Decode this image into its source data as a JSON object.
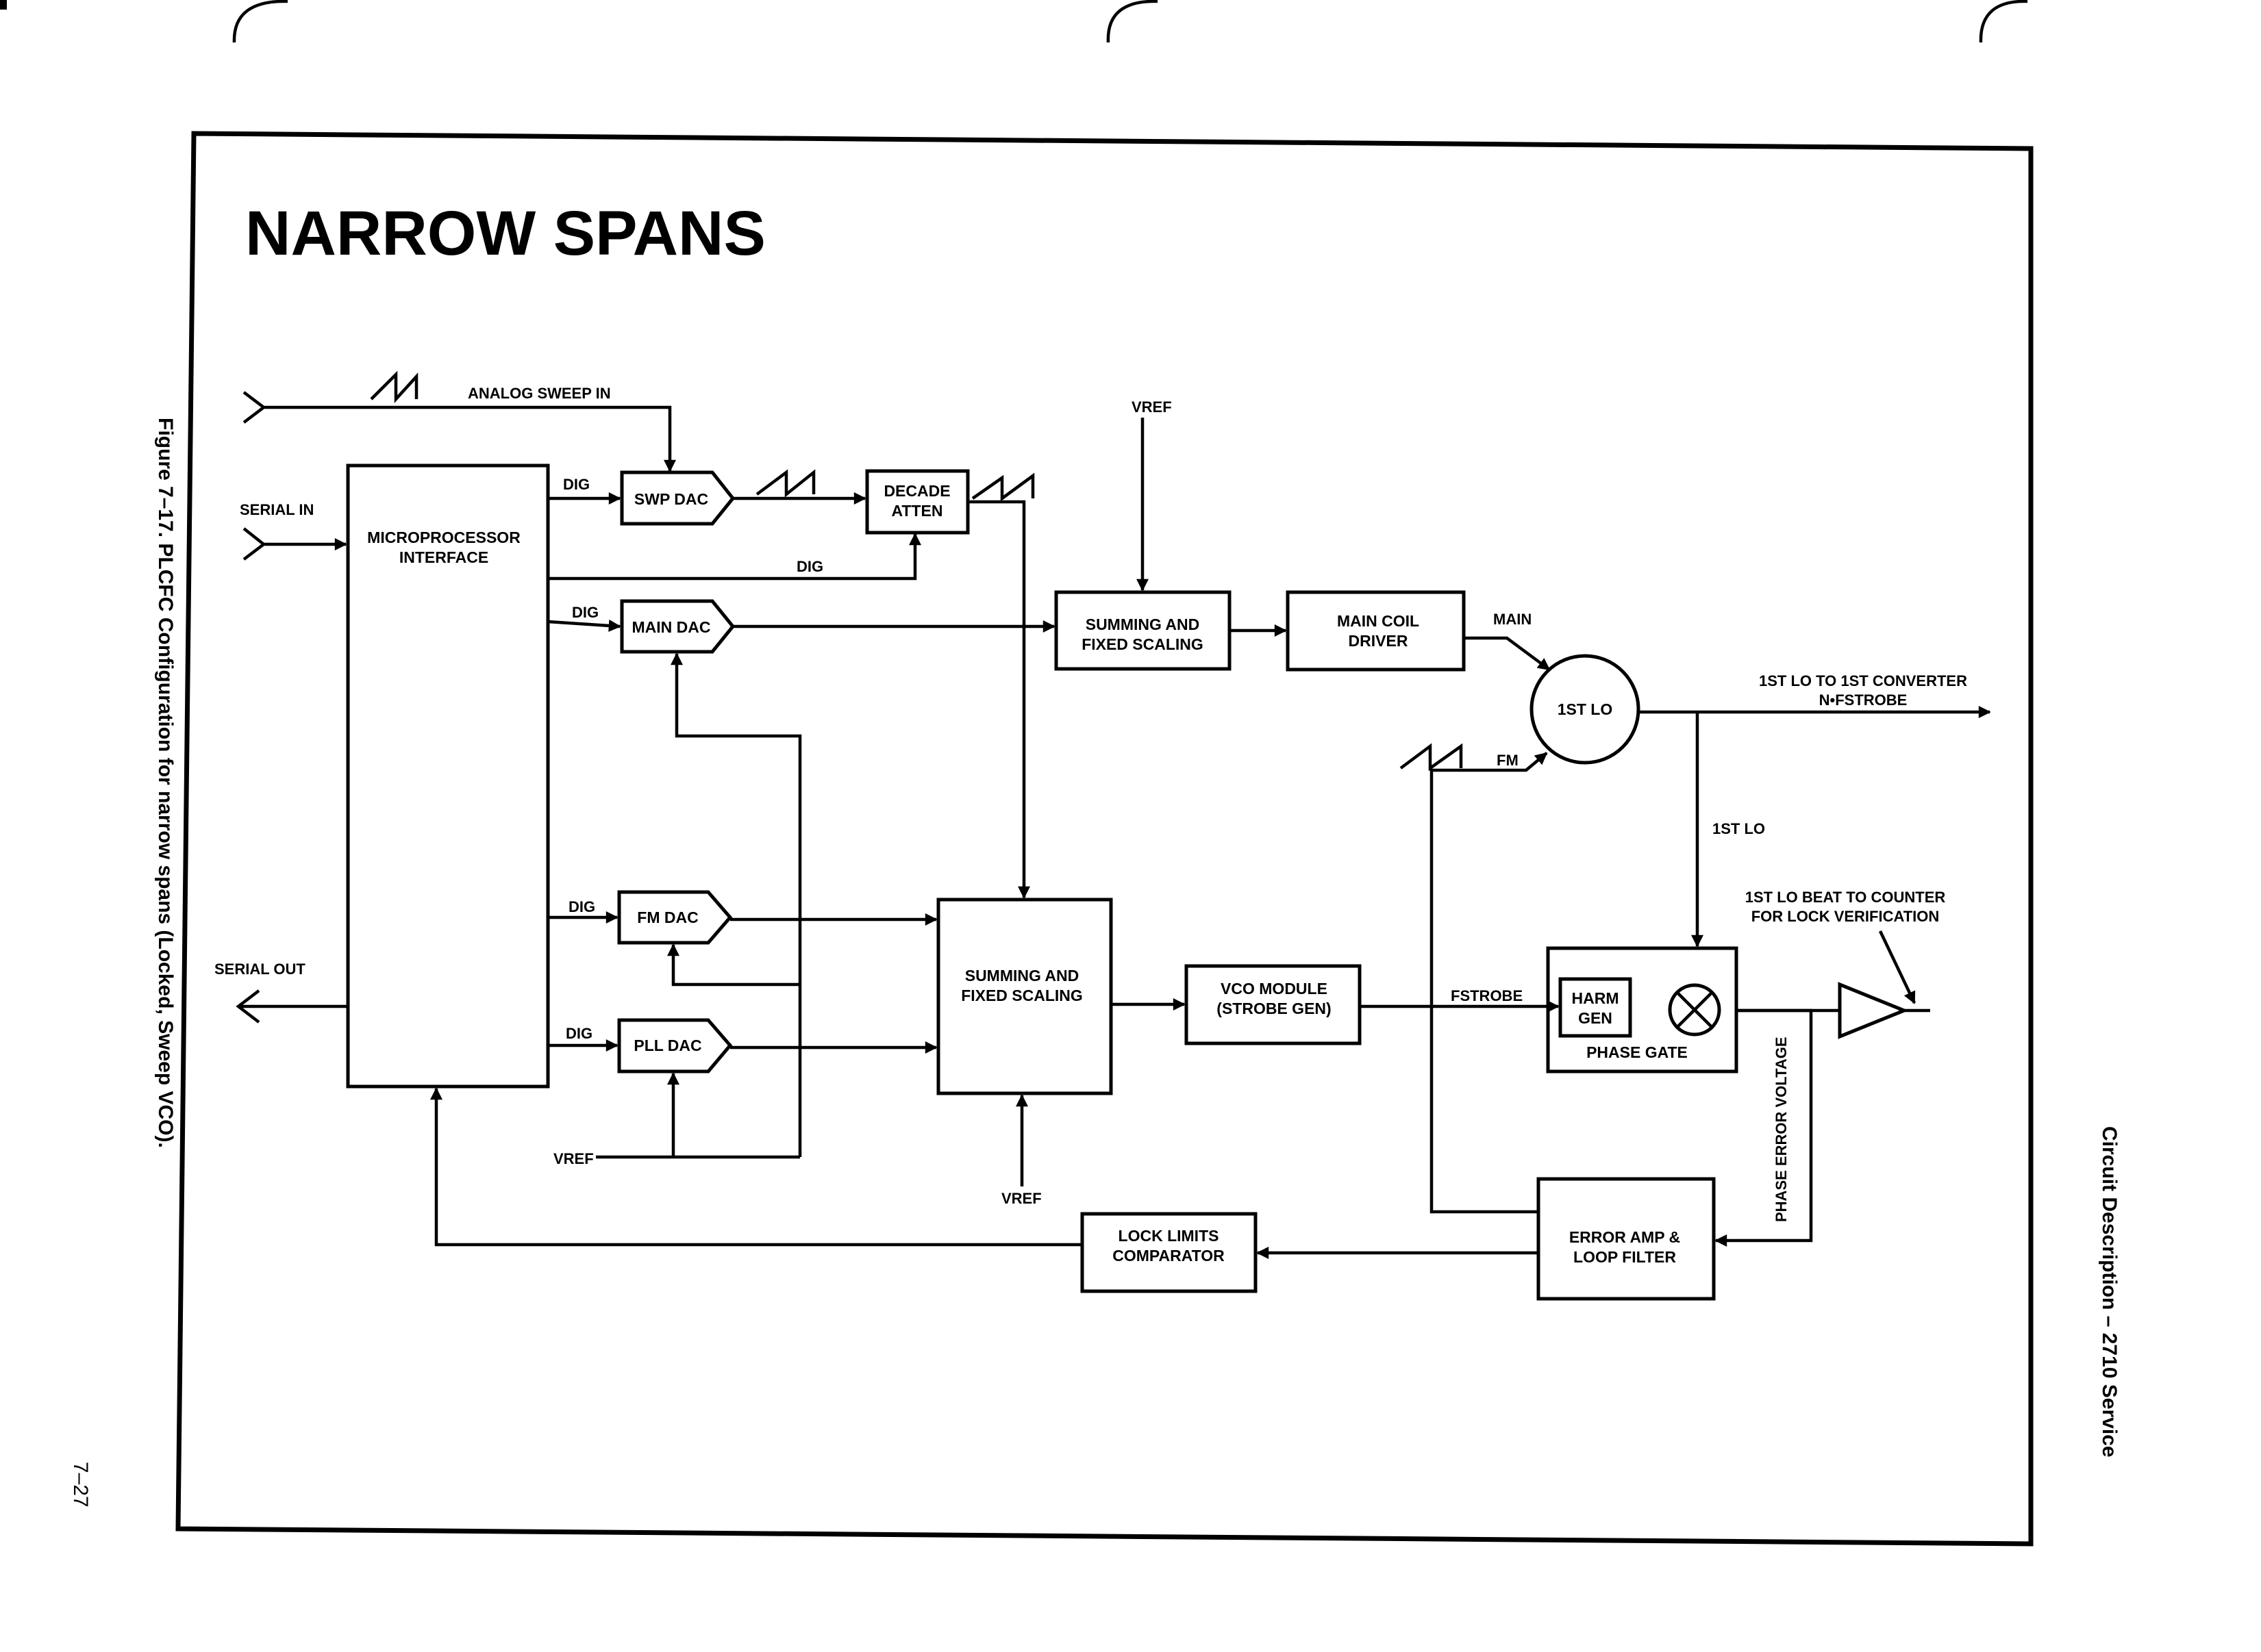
{
  "title": "NARROW SPANS",
  "figure_caption": "Figure 7–17.  PLCFC Configuration for narrow spans (Locked, Sweep VCO).",
  "side_header": "Circuit Description – 2710 Service",
  "page_number": "7–27",
  "blocks": {
    "microprocessor": [
      "MICROPROCESSOR",
      "INTERFACE"
    ],
    "swp_dac": "SWP DAC",
    "decade_atten": [
      "DECADE",
      "ATTEN"
    ],
    "main_dac": "MAIN DAC",
    "summing_top": [
      "SUMMING AND",
      "FIXED SCALING"
    ],
    "main_coil": [
      "MAIN COIL",
      "DRIVER"
    ],
    "first_lo": "1ST LO",
    "fm_dac": "FM DAC",
    "pll_dac": "PLL DAC",
    "summing_bottom": [
      "SUMMING AND",
      "FIXED SCALING"
    ],
    "vco_module": [
      "VCO MODULE",
      "(STROBE GEN)"
    ],
    "harm_gen": [
      "HARM",
      "GEN"
    ],
    "phase_gate": "PHASE GATE",
    "error_amp": [
      "ERROR AMP &",
      "LOOP FILTER"
    ],
    "lock_limits": [
      "LOCK LIMITS",
      "COMPARATOR"
    ]
  },
  "labels": {
    "analog_sweep_in": "ANALOG SWEEP IN",
    "serial_in": "SERIAL IN",
    "serial_out": "SERIAL OUT",
    "dig": "DIG",
    "vref": "VREF",
    "main": "MAIN",
    "fm": "FM",
    "fstrobe": "FSTROBE",
    "first_lo_out": [
      "1ST LO TO 1ST CONVERTER",
      "N•FSTROBE"
    ],
    "first_lo_tap": "1ST LO",
    "beat_counter": [
      "1ST LO BEAT TO COUNTER",
      "FOR LOCK VERIFICATION"
    ],
    "phase_error_voltage": "PHASE ERROR VOLTAGE"
  }
}
